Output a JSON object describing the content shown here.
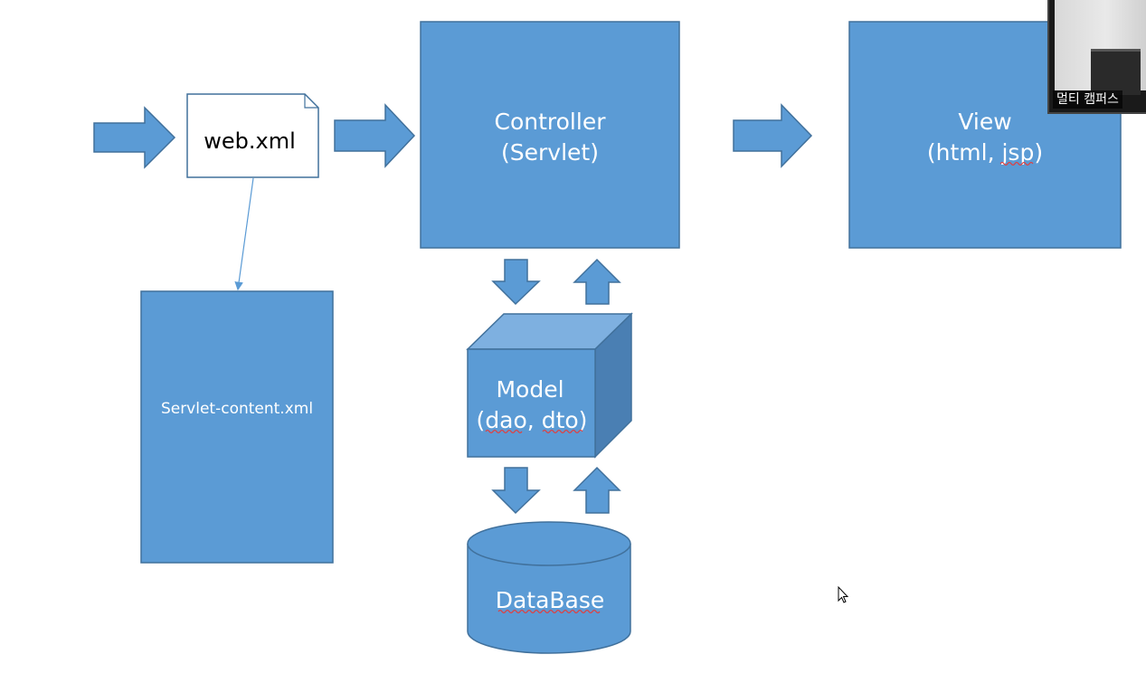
{
  "diagram": {
    "web_xml": "web.xml",
    "servlet_content": "Servlet-content.xml",
    "controller": {
      "line1": "Controller",
      "line2": "(Servlet)"
    },
    "view": {
      "line1": "View",
      "line2_a": "(html, ",
      "line2_b": "jsp",
      "line2_c": ")"
    },
    "model": {
      "line1": "Model",
      "line2_a": "(",
      "line2_b": "dao",
      "line2_c": ", ",
      "line2_d": "dto",
      "line2_e": ")"
    },
    "database": "DataBase",
    "colors": {
      "box_fill": "#5b9bd5",
      "box_stroke": "#41719c",
      "cube_top": "#7eb0e0",
      "cube_side": "#4a7fb3",
      "text_light": "#ffffff",
      "text_dark": "#000000",
      "spellcheck": "#e04040"
    }
  },
  "video": {
    "name": "멀티 캠퍼스"
  }
}
